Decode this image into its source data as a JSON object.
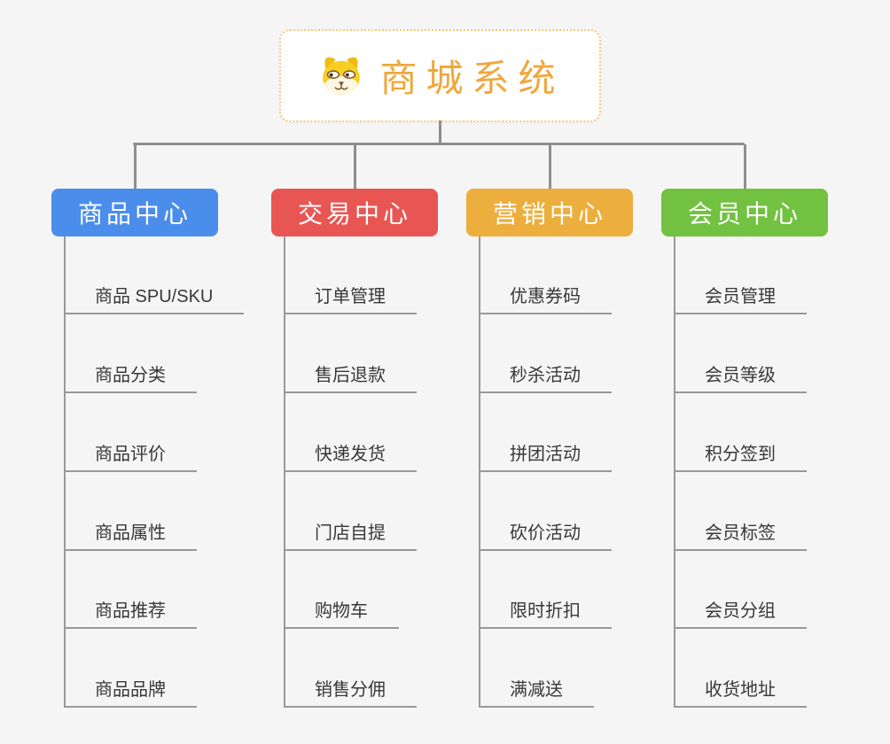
{
  "root": {
    "title": "商城系统",
    "icon": "dog-face-icon",
    "accent_color": "#f0a73c",
    "border_color": "#f3c878",
    "background": "#ffffff"
  },
  "branches": [
    {
      "label": "商品中心",
      "color": "#4b8dea",
      "children": [
        "商品 SPU/SKU",
        "商品分类",
        "商品评价",
        "商品属性",
        "商品推荐",
        "商品品牌"
      ]
    },
    {
      "label": "交易中心",
      "color": "#e85653",
      "children": [
        "订单管理",
        "售后退款",
        "快递发货",
        "门店自提",
        "购物车",
        "销售分佣"
      ]
    },
    {
      "label": "营销中心",
      "color": "#ecae3c",
      "children": [
        "优惠券码",
        "秒杀活动",
        "拼团活动",
        "砍价活动",
        "限时折扣",
        "满减送"
      ]
    },
    {
      "label": "会员中心",
      "color": "#72c140",
      "children": [
        "会员管理",
        "会员等级",
        "积分签到",
        "会员标签",
        "会员分组",
        "收货地址"
      ]
    }
  ],
  "style": {
    "connector_color": "#8e8e8e",
    "leaf_line_color": "#999999",
    "leaf_text_color": "#383838",
    "canvas_background": "#f5f5f5",
    "header_text_color": "#ffffff"
  }
}
